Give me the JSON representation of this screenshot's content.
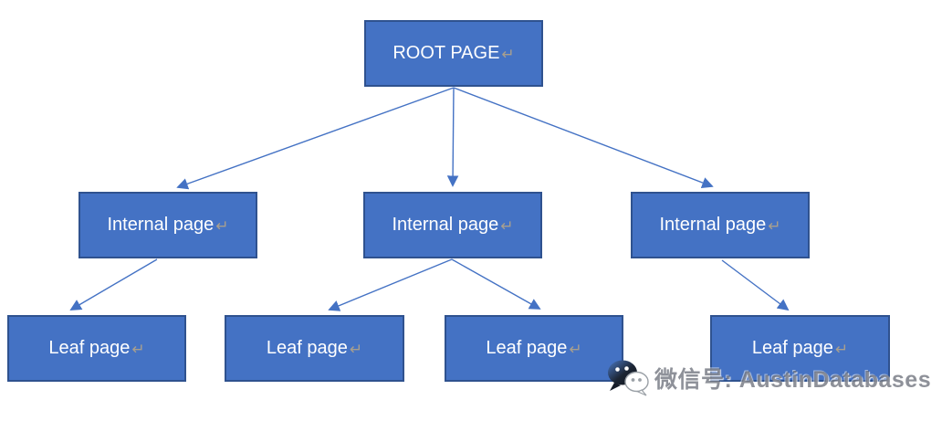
{
  "diagram": {
    "title_semantics": "btree-page-structure",
    "colors": {
      "background": "#FFFFFF",
      "node_fill": "#4472C4",
      "node_border": "#2F528F",
      "arrow": "#4472C4",
      "return_mark": "#A89F8E"
    },
    "return_mark": "↵",
    "root": {
      "label": "ROOT PAGE"
    },
    "internal_nodes": [
      {
        "label": "Internal page"
      },
      {
        "label": "Internal page"
      },
      {
        "label": "Internal page"
      }
    ],
    "leaf_nodes": [
      {
        "label": "Leaf page"
      },
      {
        "label": "Leaf page"
      },
      {
        "label": "Leaf page"
      },
      {
        "label": "Leaf page"
      }
    ],
    "edges": [
      {
        "from": "root",
        "to": "internal-1"
      },
      {
        "from": "root",
        "to": "internal-2"
      },
      {
        "from": "root",
        "to": "internal-3"
      },
      {
        "from": "internal-1",
        "to": "leaf-1"
      },
      {
        "from": "internal-2",
        "to": "leaf-2"
      },
      {
        "from": "internal-2",
        "to": "leaf-3"
      },
      {
        "from": "internal-3",
        "to": "leaf-4"
      }
    ]
  },
  "watermark": {
    "icon": "wechat-icon",
    "text": "微信号: AustinDatabases"
  }
}
